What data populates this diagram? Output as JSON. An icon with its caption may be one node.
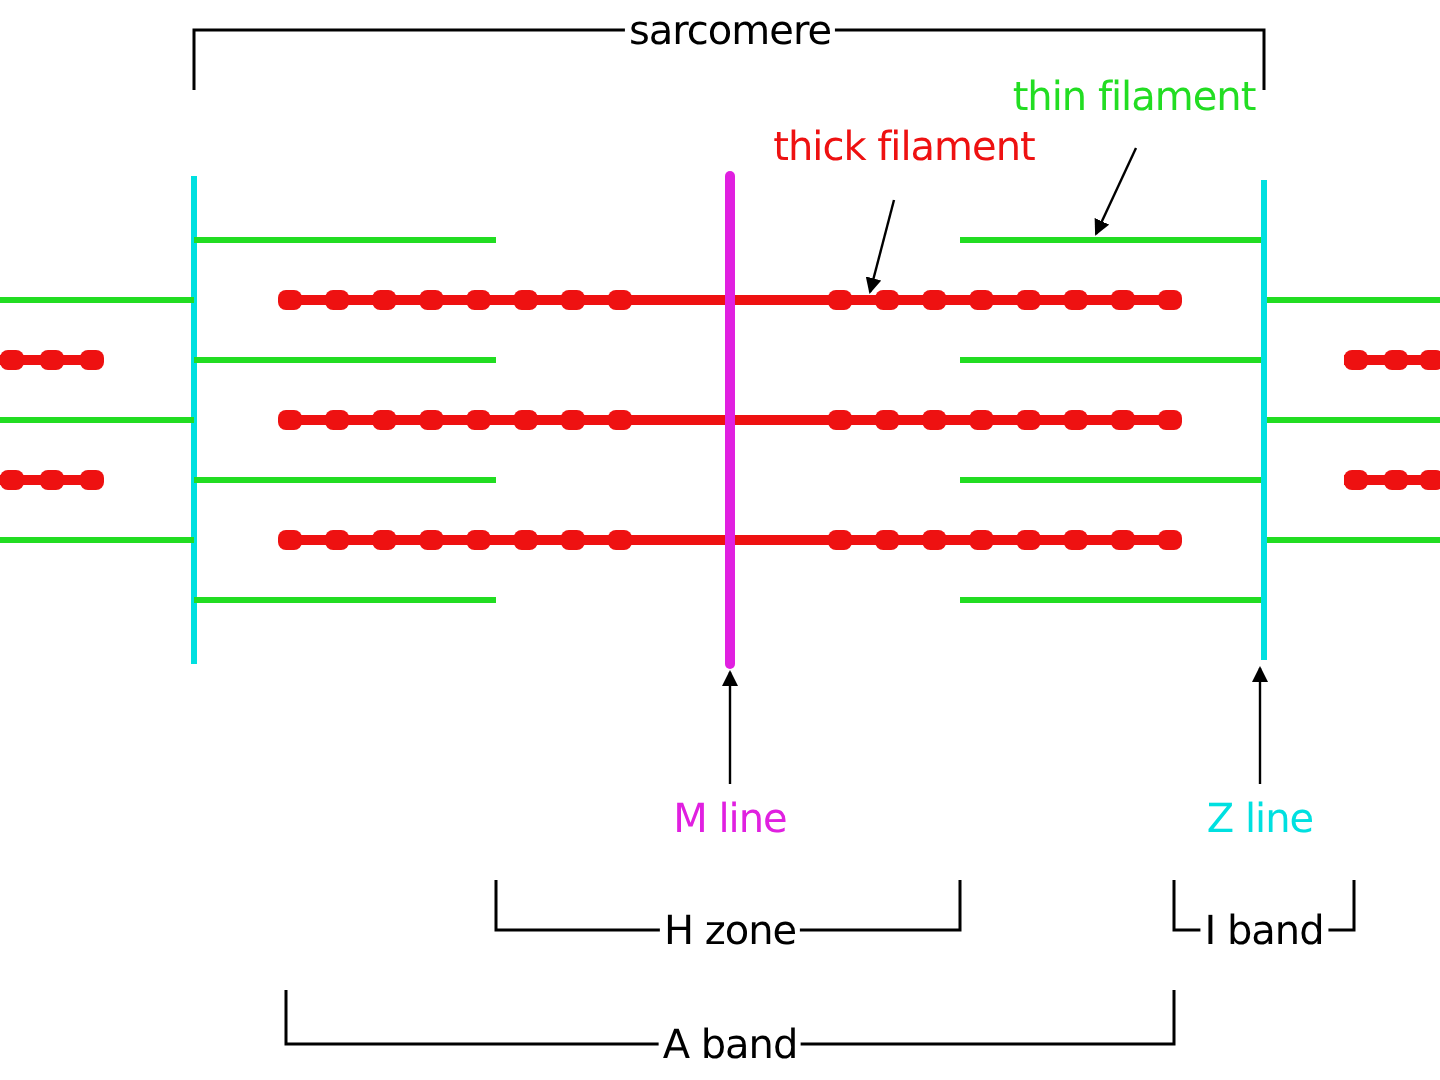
{
  "diagram": {
    "nodes": [
      {
        "text": [
          "thick filament"
        ]
      },
      {
        "text": [],
        "shape": "bar"
      },
      {
        "text": [
          "thin filament"
        ]
      },
      {
        "text": [],
        "shape": "bar"
      },
      {
        "text": [
          "M line"
        ]
      },
      {
        "text": [],
        "shape": "bar"
      },
      {
        "text": [
          "Z line"
        ]
      },
      {
        "text": [],
        "shape": "bar"
      }
    ],
    "edges": [
      {
        "from": 0,
        "to": 1,
        "arrow": "to"
      },
      {
        "from": 2,
        "to": 3,
        "arrow": "to"
      },
      {
        "from": 4,
        "to": 5,
        "arrow": "to"
      },
      {
        "from": 6,
        "to": 7,
        "arrow": "to"
      }
    ],
    "labels": [
      "sarcomere",
      "H zone",
      "I band",
      "A band"
    ]
  }
}
